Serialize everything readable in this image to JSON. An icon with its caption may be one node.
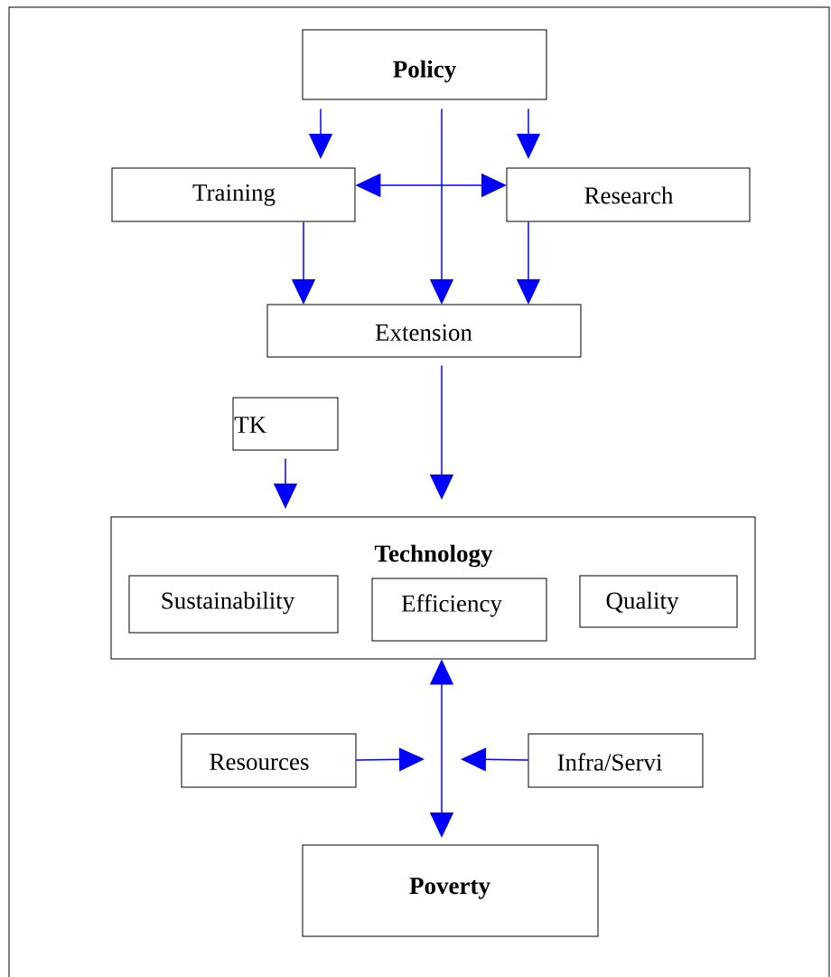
{
  "diagram": {
    "nodes": [
      {
        "text": [
          "Policy"
        ]
      },
      {
        "text": [
          "Training"
        ]
      },
      {
        "text": [
          "Research"
        ]
      },
      {
        "text": [
          "Extension"
        ]
      },
      {
        "text": [
          "TK"
        ]
      },
      {
        "text": [
          "Technology"
        ]
      },
      {
        "text": [
          "Sustainability"
        ],
        "in": 5
      },
      {
        "text": [
          "Efficiency"
        ],
        "in": 5
      },
      {
        "text": [
          "Quality"
        ],
        "in": 5
      },
      {
        "text": [
          "Resources"
        ]
      },
      {
        "text": [
          "Infra/Servi"
        ]
      },
      {
        "text": [
          "Poverty"
        ]
      }
    ],
    "edges": [
      {
        "from": 0,
        "to": 1,
        "arrow": "to"
      },
      {
        "from": 0,
        "to": 3,
        "arrow": "to"
      },
      {
        "from": 0,
        "to": 2,
        "arrow": "to"
      },
      {
        "from": 1,
        "to": 2,
        "arrow": "both"
      },
      {
        "from": 1,
        "to": 3,
        "arrow": "to"
      },
      {
        "from": 2,
        "to": 3,
        "arrow": "to"
      },
      {
        "from": 3,
        "to": 5,
        "arrow": "to"
      },
      {
        "from": 4,
        "to": 5,
        "arrow": "to"
      },
      {
        "from": 5,
        "to": 11,
        "arrow": "both"
      },
      {
        "from": 9,
        "to": null,
        "arrow": "to"
      },
      {
        "from": 10,
        "to": null,
        "arrow": "to"
      }
    ]
  }
}
